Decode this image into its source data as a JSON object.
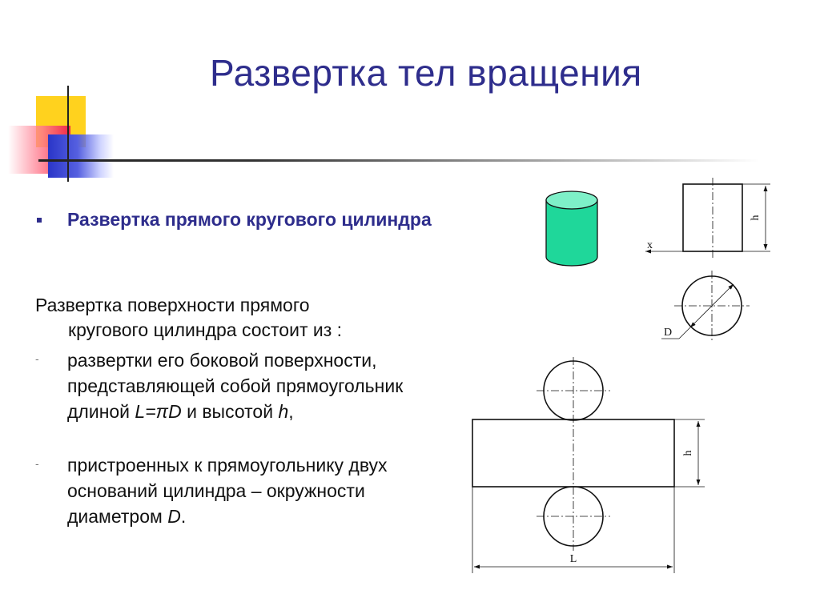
{
  "title": "Развертка тел вращения",
  "subtitle": "Развертка прямого кругового цилиндра",
  "intro": {
    "line1": "Развертка поверхности прямого",
    "line2": "кругового цилиндра  состоит из :"
  },
  "item1": {
    "marker": "-",
    "text_plain": "развертки его боковой поверхности, представляющей собой прямоугольник длиной ",
    "formula_L": "L=",
    "formula_pi": "π",
    "formula_D": "D",
    "mid": " и высотой ",
    "h": "h",
    "end": ","
  },
  "item2": {
    "marker": "-",
    "text_plain": "пристроенных к прямоугольнику двух оснований цилиндра – окружности диаметром ",
    "D": "D",
    "end": "."
  },
  "drawing_labels": {
    "height": "h",
    "axis": "x",
    "diameter": "D",
    "length": "L"
  },
  "colors": {
    "title": "#2E2D8C",
    "cylinder": "#1FD79A",
    "ornament_yellow": "#FFD21E",
    "ornament_red": "#F0284A",
    "ornament_blue": "#2A35C8"
  }
}
